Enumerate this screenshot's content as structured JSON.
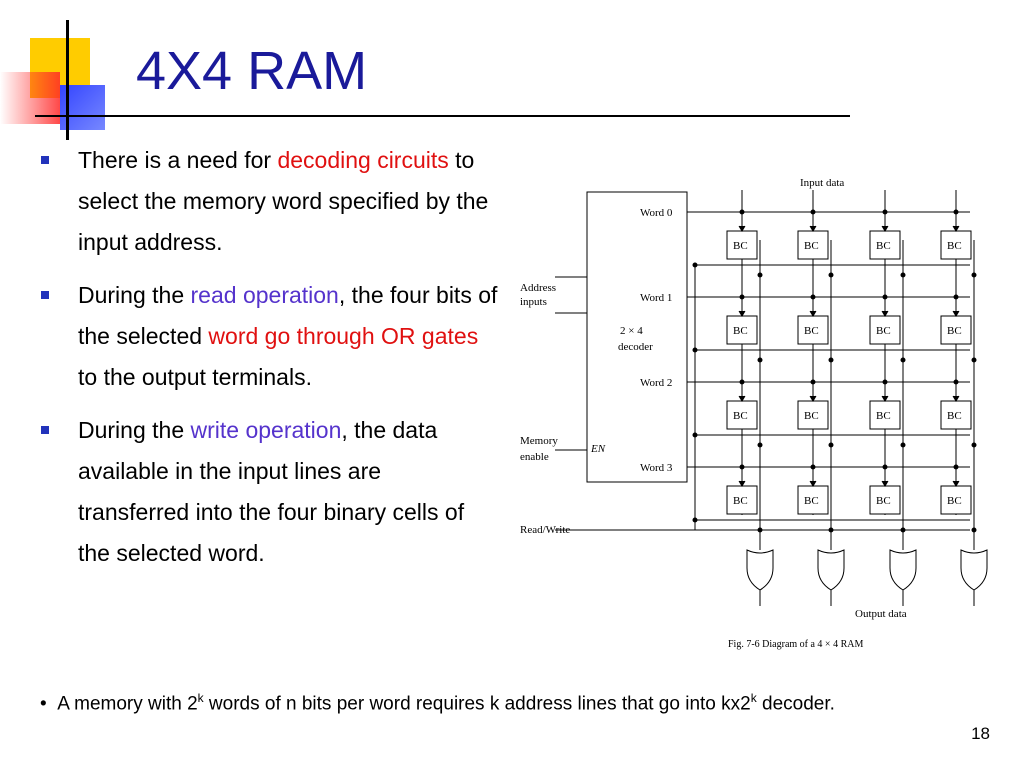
{
  "title": "4X4 RAM",
  "bullets": [
    {
      "parts": [
        {
          "text": "There is a need for ",
          "style": "normal"
        },
        {
          "text": "decoding circuits",
          "style": "red"
        },
        {
          "text": " to select the memory word specified by the input address.",
          "style": "normal"
        }
      ]
    },
    {
      "parts": [
        {
          "text": "During the ",
          "style": "normal"
        },
        {
          "text": "read operation",
          "style": "purple"
        },
        {
          "text": ", the four bits of the selected ",
          "style": "normal"
        },
        {
          "text": "word go through OR gates",
          "style": "red"
        },
        {
          "text": " to the output terminals.",
          "style": "normal"
        }
      ]
    },
    {
      "parts": [
        {
          "text": "During the ",
          "style": "normal"
        },
        {
          "text": "write operation",
          "style": "purple"
        },
        {
          "text": ", the data available in the input lines are transferred into the four binary cells of the selected word.",
          "style": "normal"
        }
      ]
    }
  ],
  "diagram": {
    "input_data_label": "Input data",
    "output_data_label": "Output data",
    "address_label_1": "Address",
    "address_label_2": "inputs",
    "memory_enable_1": "Memory",
    "memory_enable_2": "enable",
    "en_label": "EN",
    "decoder_label_1": "2 × 4",
    "decoder_label_2": "decoder",
    "read_write_label": "Read/Write",
    "word_labels": [
      "Word  0",
      "Word  1",
      "Word  2",
      "Word  3"
    ],
    "cell_label": "BC",
    "caption": "Fig. 7-6 Diagram of a 4 × 4 RAM"
  },
  "footnote": {
    "part1": "A memory with 2",
    "sup1": "k",
    "part2": " words of n bits per word requires k address lines that go into kx2",
    "sup2": "k",
    "part3": " decoder."
  },
  "page_number": "18"
}
